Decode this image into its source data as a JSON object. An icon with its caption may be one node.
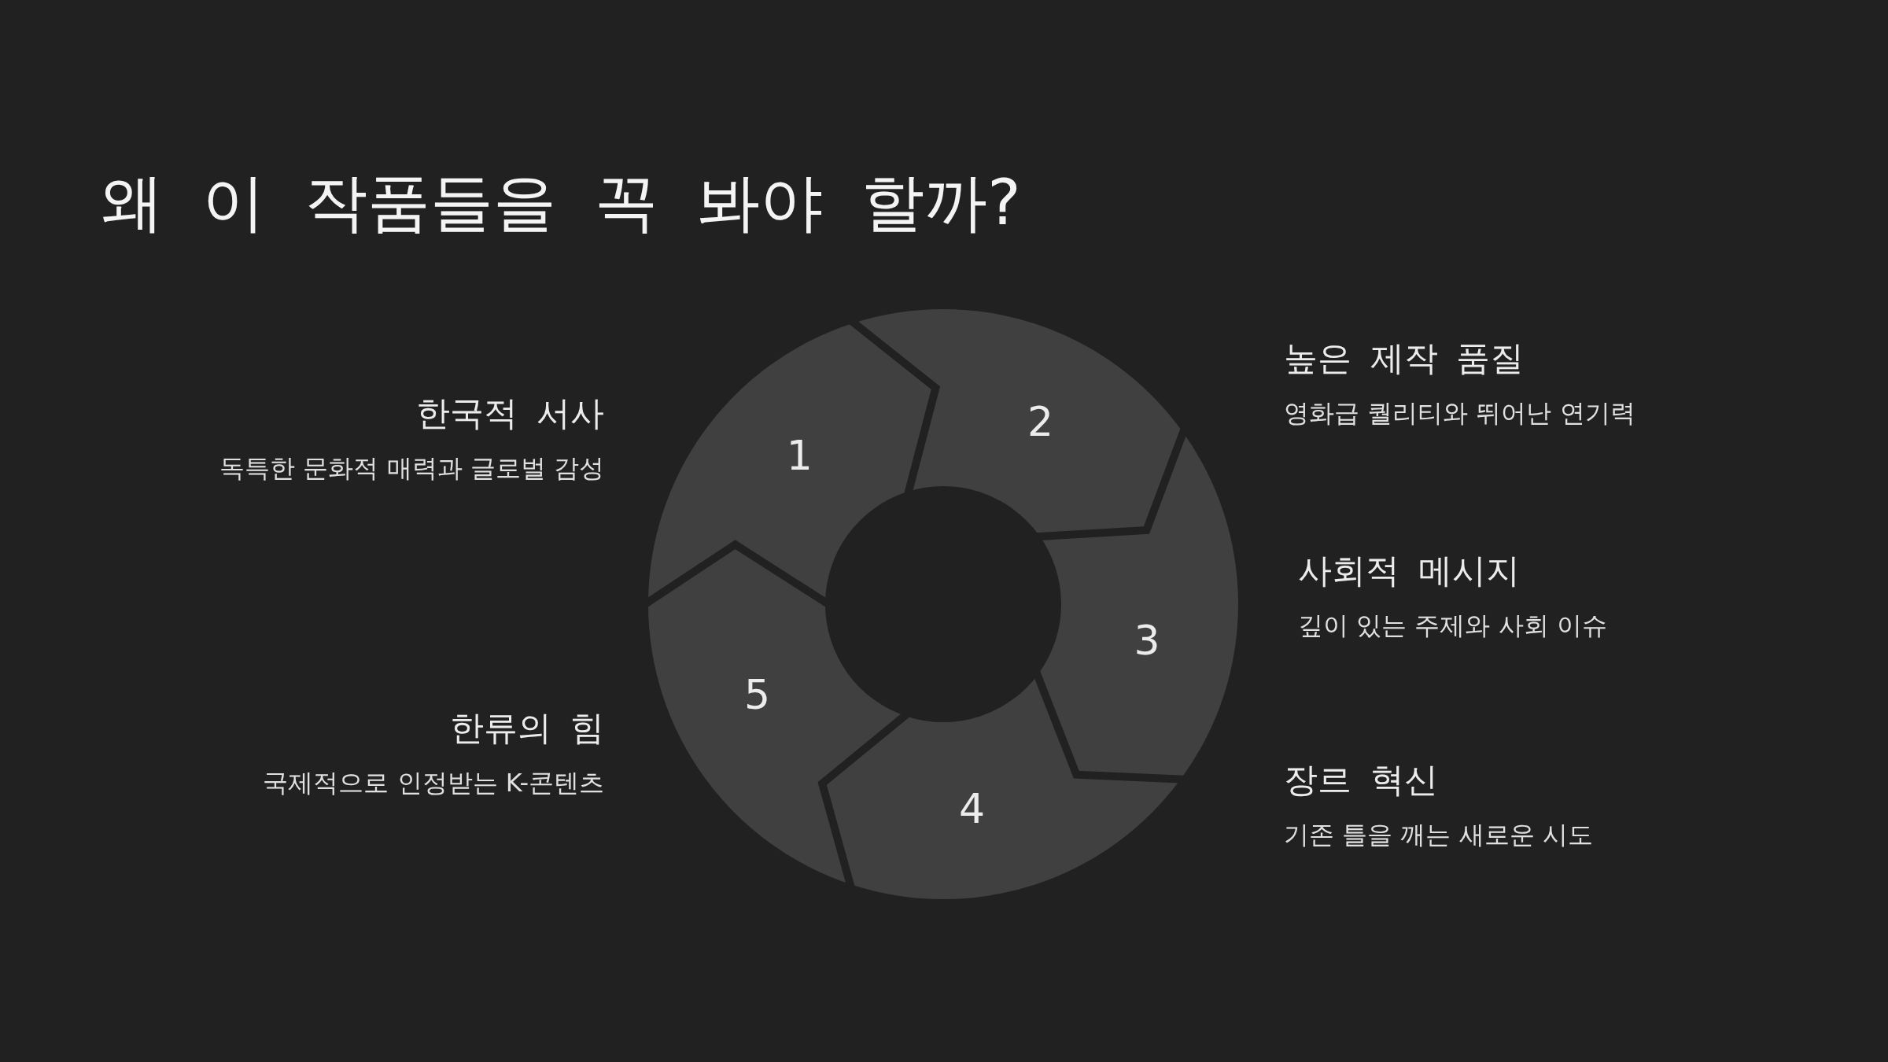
{
  "diagram": {
    "title": "왜 이 작품들을 꼭 봐야 할까?",
    "nodes": [
      {
        "text": [
          "1"
        ],
        "beside": [
          "한국적 서사",
          "독특한 문화적 매력과 글로벌 감성"
        ]
      },
      {
        "text": [
          "2"
        ],
        "beside": [
          "높은 제작 품질",
          "영화급 퀄리티와 뛰어난 연기력"
        ]
      },
      {
        "text": [
          "3"
        ],
        "beside": [
          "사회적 메시지",
          "깊이 있는 주제와 사회 이슈"
        ]
      },
      {
        "text": [
          "4"
        ],
        "beside": [
          "장르 혁신",
          "기존 틀을 깨는 새로운 시도"
        ]
      },
      {
        "text": [
          "5"
        ],
        "beside": [
          "한류의 힘",
          "국제적으로 인정받는 K-콘텐츠"
        ]
      }
    ]
  }
}
